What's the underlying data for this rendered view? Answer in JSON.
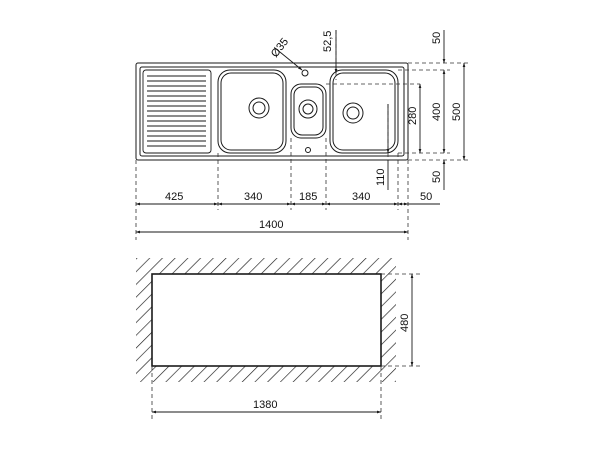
{
  "top_view": {
    "hole_diameter": "Ø35",
    "hole_offset": "52,5",
    "widths": {
      "drainer": "425",
      "bowl_large": "340",
      "bowl_small": "185",
      "bowl_right": "340",
      "edge_right": "50",
      "total": "1400"
    },
    "heights": {
      "top_margin": "50",
      "bowl_depth_small": "280",
      "bowl_depth": "400",
      "total": "500",
      "bottom_margin": "50",
      "drain_offset": "110"
    }
  },
  "cutout": {
    "width": "1380",
    "height": "480"
  },
  "colors": {
    "line": "#1a1a1a",
    "dimension": "#333333"
  }
}
